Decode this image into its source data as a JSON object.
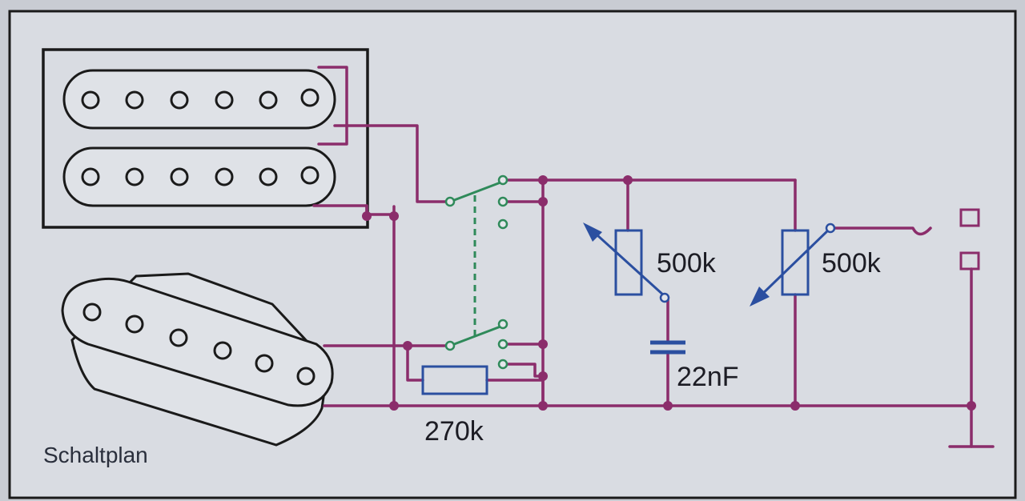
{
  "title": "Schaltplan",
  "labels": {
    "volume_pot": "500k",
    "tone_pot": "500k",
    "capacitor": "22nF",
    "resistor": "270k"
  },
  "colors": {
    "wire": "#8b2d6b",
    "switch": "#2f8a5a",
    "component": "#2b4fa0",
    "pickup_outline": "#1a1a1a",
    "paper": "#dfe2e7"
  }
}
